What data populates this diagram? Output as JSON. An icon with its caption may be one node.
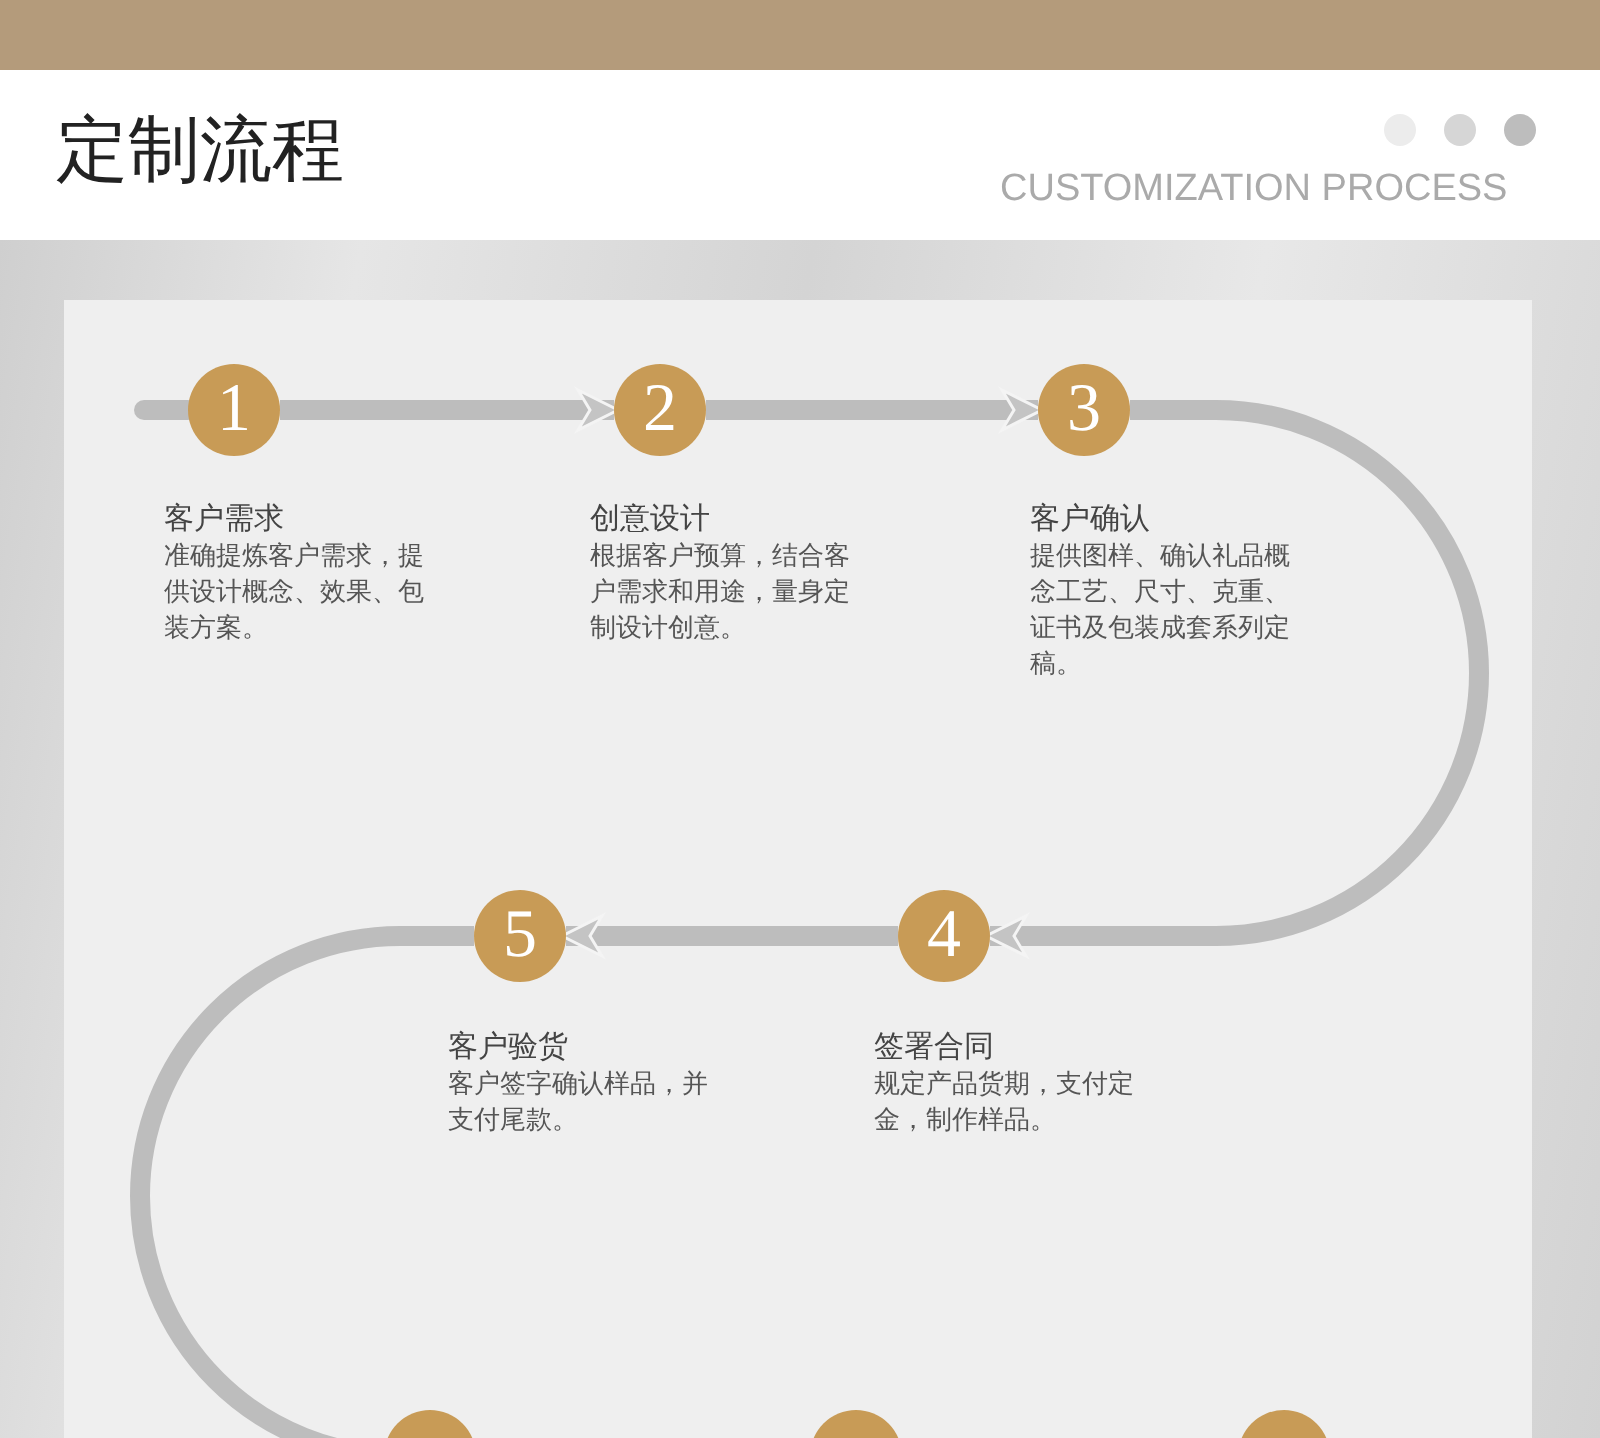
{
  "diagram": {
    "title": "定制流程",
    "nodes": [
      {
        "text": [
          "1"
        ],
        "beside": [
          "客户需求",
          "准确提炼客户需求，提供设计概念、效果、包装方案。"
        ]
      },
      {
        "text": [
          "2"
        ],
        "beside": [
          "创意设计",
          "根据客户预算，结合客户需求和用途，量身定制设计创意。"
        ]
      },
      {
        "text": [
          "3"
        ],
        "beside": [
          "客户确认",
          "提供图样、确认礼品概念工艺、尺寸、克重、证书及包装成套系列定稿。"
        ]
      },
      {
        "text": [
          "4"
        ],
        "beside": [
          "签署合同",
          "规定产品货期，支付定金，制作样品。"
        ]
      },
      {
        "text": [
          "5"
        ],
        "beside": [
          "客户验货",
          "客户签字确认样品，并支付尾款。"
        ]
      },
      {
        "text": [],
        "shape": "circle"
      },
      {
        "text": [],
        "shape": "circle"
      },
      {
        "text": [],
        "shape": "circle"
      }
    ],
    "edges": [
      {
        "from": 0,
        "to": 1,
        "arrow": "to"
      },
      {
        "from": 1,
        "to": 2,
        "arrow": "to"
      },
      {
        "from": 2,
        "to": 3,
        "arrow": "to"
      },
      {
        "from": 3,
        "to": 4,
        "arrow": "to"
      },
      {
        "from": 4,
        "to": 5,
        "arrow": "none"
      }
    ],
    "labels": [
      "CUSTOMIZATION PROCESS"
    ]
  }
}
